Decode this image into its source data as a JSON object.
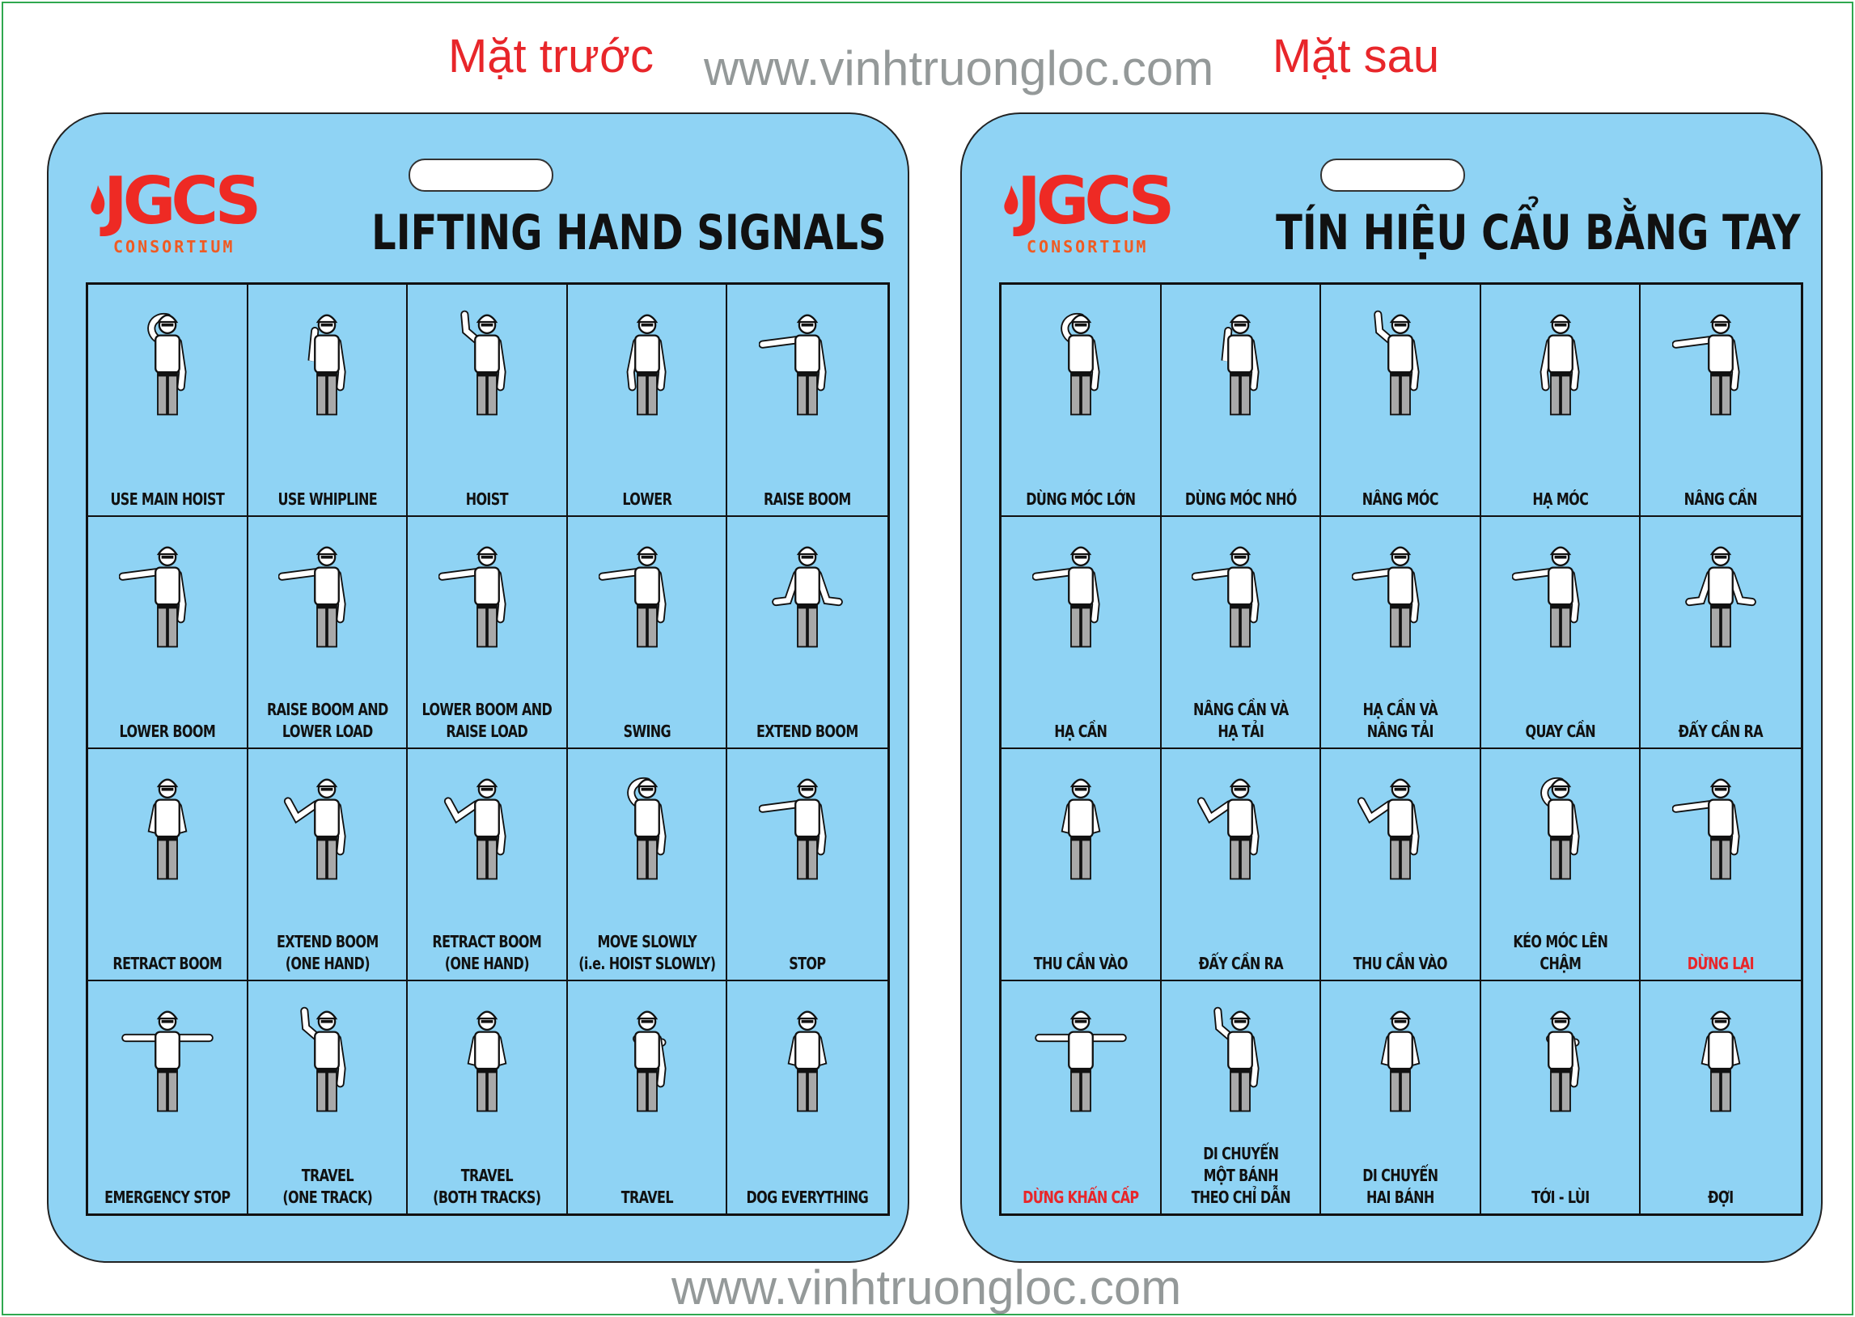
{
  "watermark": "www.vinhtruongloc.com",
  "colors": {
    "card_bg": "#8fd3f4",
    "heading_red": "#e8262a",
    "logo_red": "#ee2a24",
    "logo_orange": "#f05a22",
    "frame_green": "#2fa84f",
    "alert_label": "#e8262a"
  },
  "front": {
    "side_title": "Mặt trước",
    "logo": {
      "main": "JGCS",
      "sub": "CONSORTIUM"
    },
    "title": "LIFTING HAND SIGNALS",
    "signals": [
      {
        "label": "USE MAIN HOIST"
      },
      {
        "label": "USE WHIPLINE"
      },
      {
        "label": "HOIST"
      },
      {
        "label": "LOWER"
      },
      {
        "label": "RAISE BOOM"
      },
      {
        "label": "LOWER BOOM"
      },
      {
        "label": "RAISE BOOM AND\nLOWER LOAD"
      },
      {
        "label": "LOWER BOOM AND\nRAISE LOAD"
      },
      {
        "label": "SWING"
      },
      {
        "label": "EXTEND BOOM"
      },
      {
        "label": "RETRACT BOOM"
      },
      {
        "label": "EXTEND BOOM\n(ONE HAND)"
      },
      {
        "label": "RETRACT BOOM\n(ONE HAND)"
      },
      {
        "label": "MOVE SLOWLY\n(i.e. HOIST SLOWLY)"
      },
      {
        "label": "STOP"
      },
      {
        "label": "EMERGENCY STOP"
      },
      {
        "label": "TRAVEL\n(ONE TRACK)"
      },
      {
        "label": "TRAVEL\n(BOTH TRACKS)"
      },
      {
        "label": "TRAVEL"
      },
      {
        "label": "DOG EVERYTHING"
      }
    ]
  },
  "back": {
    "side_title": "Mặt sau",
    "logo": {
      "main": "JGCS",
      "sub": "CONSORTIUM"
    },
    "title": "TÍN HIỆU CẨU BẰNG TAY",
    "signals": [
      {
        "label": "DÙNG MÓC LỚN"
      },
      {
        "label": "DÙNG MÓC NHỎ"
      },
      {
        "label": "NÂNG MÓC"
      },
      {
        "label": "HẠ MÓC"
      },
      {
        "label": "NÂNG CẦN"
      },
      {
        "label": "HẠ CẦN"
      },
      {
        "label": "NÂNG CẦN VÀ\nHẠ TẢI"
      },
      {
        "label": "HẠ CẦN VÀ\nNÂNG TẢI"
      },
      {
        "label": "QUAY CẦN"
      },
      {
        "label": "ĐẨY CẦN RA"
      },
      {
        "label": "THU CẦN VÀO"
      },
      {
        "label": "ĐẨY CẦN RA"
      },
      {
        "label": "THU CẦN VÀO"
      },
      {
        "label": "KÉO MÓC LÊN\nCHẬM"
      },
      {
        "label": "DỪNG LẠI",
        "alert": true
      },
      {
        "label": "DỪNG KHẨN CẤP",
        "alert": true
      },
      {
        "label": "DI CHUYỂN\nMỘT BÁNH\nTHEO CHỈ DẪN"
      },
      {
        "label": "DI CHUYỂN\nHAI BÁNH"
      },
      {
        "label": "TỚI - LÙI"
      },
      {
        "label": "ĐỢI"
      }
    ]
  }
}
